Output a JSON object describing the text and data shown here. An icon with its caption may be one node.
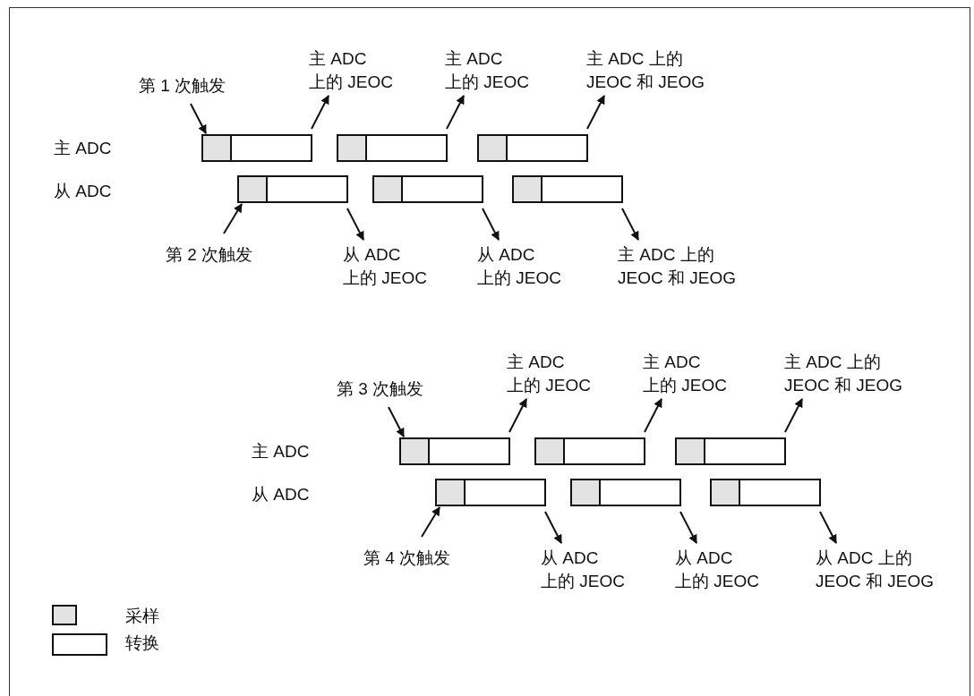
{
  "diagram": {
    "nodes": [
      {
        "text": [
          "主 ADC 上的 JEOC"
        ]
      },
      {
        "text": [
          "主 ADC 上的 JEOC"
        ]
      },
      {
        "text": [
          "主 ADC 上的 JEOC 和 JEOG"
        ]
      },
      {
        "text": [
          "第 1 次触发"
        ]
      },
      {
        "text": [],
        "shape": "box"
      },
      {
        "text": [],
        "shape": "box",
        "in": 4
      },
      {
        "text": [],
        "shape": "box"
      },
      {
        "text": [],
        "shape": "box",
        "in": 6
      },
      {
        "text": [],
        "shape": "box"
      },
      {
        "text": [],
        "shape": "box",
        "in": 8
      },
      {
        "text": [],
        "shape": "box"
      },
      {
        "text": [],
        "shape": "box",
        "in": 10
      },
      {
        "text": [],
        "shape": "box"
      },
      {
        "text": [],
        "shape": "box",
        "in": 12
      },
      {
        "text": [],
        "shape": "box"
      },
      {
        "text": [],
        "shape": "box",
        "in": 14
      },
      {
        "text": [
          "第 2 次触发"
        ]
      },
      {
        "text": [
          "从 ADC 上的 JEOC"
        ]
      },
      {
        "text": [
          "从 ADC 上的 JEOC"
        ]
      },
      {
        "text": [
          "主 ADC 上的 JEOC 和 JEOG"
        ]
      },
      {
        "text": [
          "主 ADC 上的 JEOC"
        ]
      },
      {
        "text": [
          "主 ADC 上的 JEOC"
        ]
      },
      {
        "text": [
          "主 ADC 上的 JEOC 和 JEOG"
        ]
      },
      {
        "text": [
          "第 3 次触发"
        ]
      },
      {
        "text": [],
        "shape": "box"
      },
      {
        "text": [],
        "shape": "box",
        "in": 24
      },
      {
        "text": [],
        "shape": "box"
      },
      {
        "text": [],
        "shape": "box",
        "in": 26
      },
      {
        "text": [],
        "shape": "box"
      },
      {
        "text": [],
        "shape": "box",
        "in": 28
      },
      {
        "text": [],
        "shape": "box"
      },
      {
        "text": [],
        "shape": "box",
        "in": 30
      },
      {
        "text": [],
        "shape": "box"
      },
      {
        "text": [],
        "shape": "box",
        "in": 32
      },
      {
        "text": [],
        "shape": "box"
      },
      {
        "text": [],
        "shape": "box",
        "in": 34
      },
      {
        "text": [
          "第 4 次触发"
        ]
      },
      {
        "text": [
          "从 ADC 上的 JEOC"
        ]
      },
      {
        "text": [
          "从 ADC 上的 JEOC"
        ]
      },
      {
        "text": [
          "从 ADC 上的 JEOC 和 JEOG"
        ]
      }
    ],
    "edges": [
      {
        "from": 3,
        "to": 5,
        "arrow": "to"
      },
      {
        "from": 4,
        "to": 0,
        "arrow": "to"
      },
      {
        "from": 6,
        "to": 1,
        "arrow": "to"
      },
      {
        "from": 8,
        "to": 2,
        "arrow": "to"
      },
      {
        "from": 16,
        "to": 11,
        "arrow": "to"
      },
      {
        "from": 10,
        "to": 17,
        "arrow": "to"
      },
      {
        "from": 12,
        "to": 18,
        "arrow": "to"
      },
      {
        "from": 14,
        "to": 19,
        "arrow": "to"
      },
      {
        "from": 23,
        "to": 25,
        "arrow": "to"
      },
      {
        "from": 24,
        "to": 20,
        "arrow": "to"
      },
      {
        "from": 26,
        "to": 21,
        "arrow": "to"
      },
      {
        "from": 28,
        "to": 22,
        "arrow": "to"
      },
      {
        "from": 36,
        "to": 31,
        "arrow": "to"
      },
      {
        "from": 30,
        "to": 37,
        "arrow": "to"
      },
      {
        "from": 32,
        "to": 38,
        "arrow": "to"
      },
      {
        "from": 34,
        "to": 39,
        "arrow": "to"
      }
    ],
    "labels": [
      "主 ADC",
      "从 ADC",
      "主 ADC",
      "从 ADC"
    ],
    "legend": [
      {
        "text": "采样",
        "color": "#e3e3e3"
      },
      {
        "text": "转换",
        "color": "#ffffff"
      }
    ]
  }
}
